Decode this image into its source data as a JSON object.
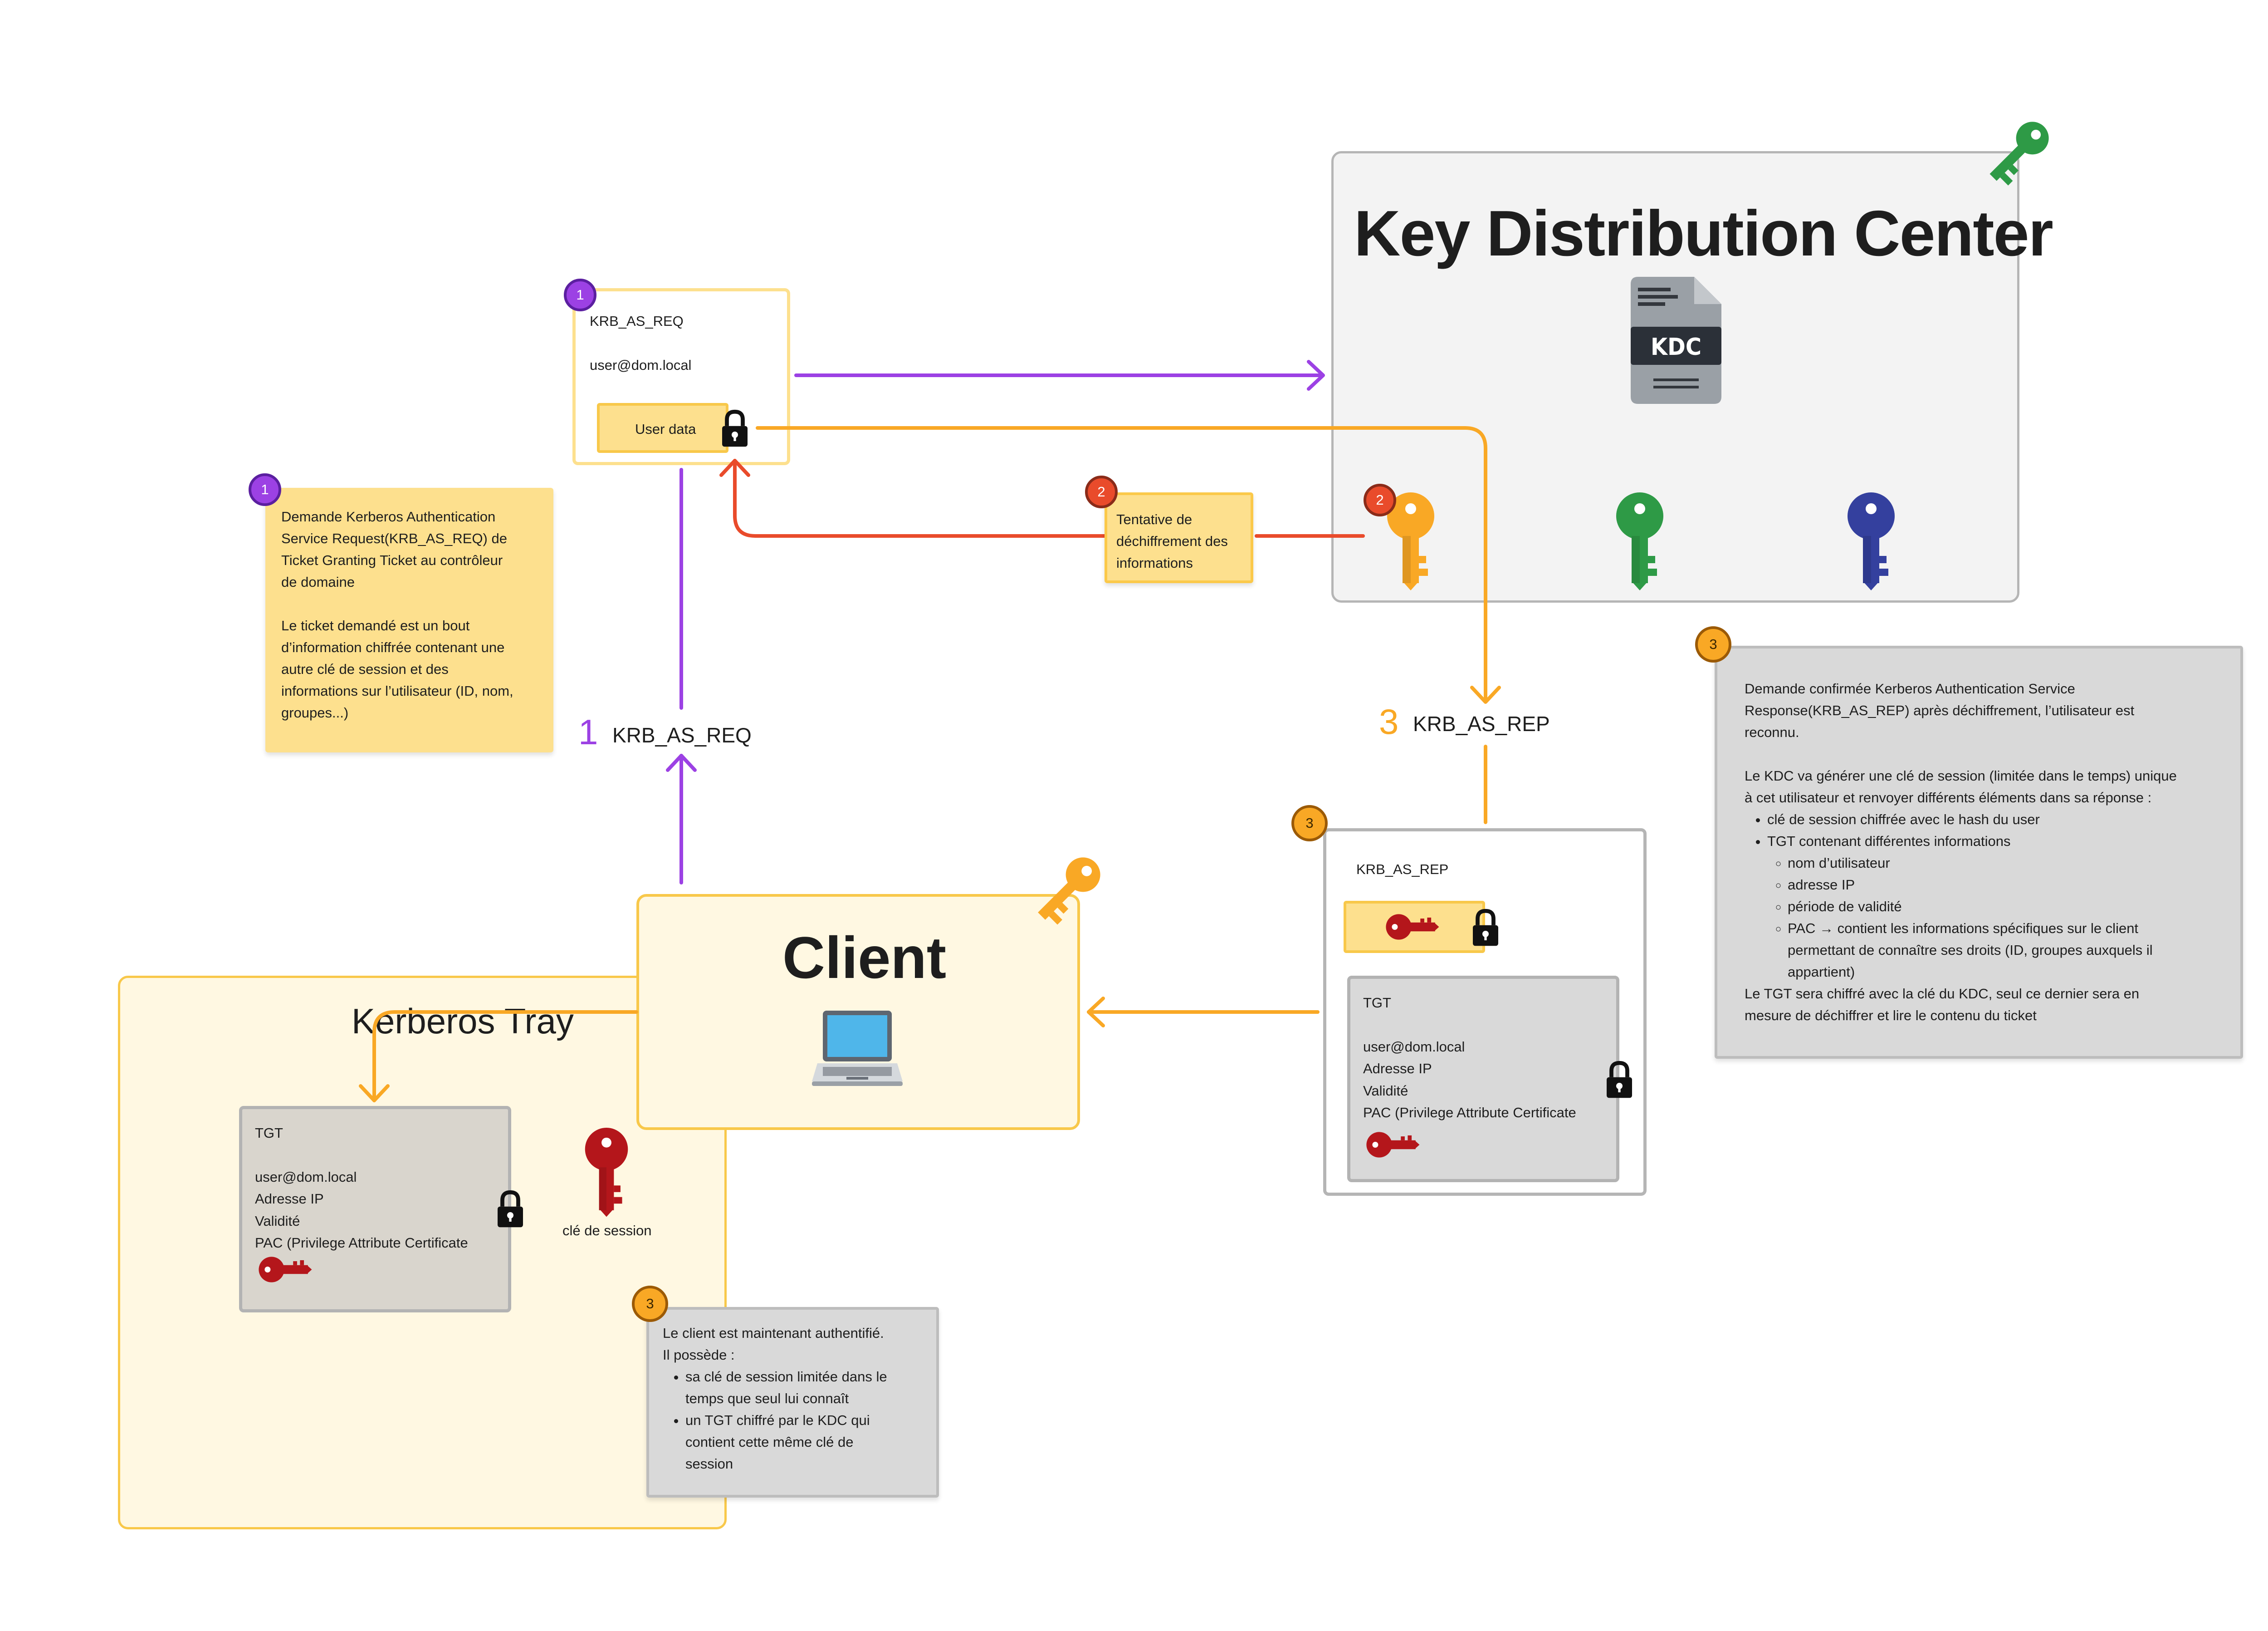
{
  "kdc": {
    "title": "Key Distribution Center",
    "doc_icon_label": "KDC"
  },
  "client": {
    "title": "Client"
  },
  "tray": {
    "title": "Kerberos Tray"
  },
  "request_card": {
    "title": "KRB_AS_REQ",
    "principal": "user@dom.local",
    "button_label": "User data"
  },
  "reply_card": {
    "title": "KRB_AS_REP",
    "tgt": {
      "title": "TGT",
      "lines": [
        "user@dom.local",
        "Adresse IP",
        "Validité",
        "PAC (Privilege Attribute Certificate"
      ]
    }
  },
  "tray_tgt": {
    "title": "TGT",
    "lines": [
      "user@dom.local",
      "Adresse IP",
      "Validité",
      "PAC (Privilege Attribute Certificate"
    ]
  },
  "session_key_label": "clé de session",
  "flow_labels": {
    "req": {
      "number": "1",
      "text": "KRB_AS_REQ"
    },
    "rep": {
      "number": "3",
      "text": "KRB_AS_REP"
    }
  },
  "badges": {
    "step1": "1",
    "step2": "2",
    "step3": "3"
  },
  "notes": {
    "step1": {
      "p1": [
        "Demande Kerberos Authentication",
        "Service Request(KRB_AS_REQ) de",
        "Ticket Granting Ticket au contrôleur",
        "de domaine"
      ],
      "p2": [
        "Le ticket demandé est un bout",
        "d’information chiffrée contenant une",
        "autre clé de session et des",
        "informations sur l’utilisateur (ID, nom,",
        "groupes...)"
      ]
    },
    "step2": {
      "lines": [
        "Tentative de",
        "déchiffrement des",
        "informations"
      ]
    },
    "step3_kdc": {
      "p1": [
        "Demande confirmée Kerberos Authentication Service",
        "Response(KRB_AS_REP) après déchiffrement, l’utilisateur est",
        "reconnu."
      ],
      "p2": [
        "Le KDC va générer une clé de session (limitée dans le temps) unique",
        "à cet utilisateur et renvoyer différents éléments dans sa réponse :"
      ],
      "bullet1": "clé de session chiffrée avec le hash du user",
      "bullet2": "TGT contenant différentes informations",
      "sub1": "nom d’utilisateur",
      "sub2": "adresse IP",
      "sub3": "période de validité",
      "sub4a": "PAC → contient les informations spécifiques sur le client",
      "sub4b": "permettant de connaître ses droits (ID, groupes auxquels il",
      "sub4c": "appartient)",
      "p3": [
        "Le TGT sera chiffré avec la clé du KDC, seul ce dernier sera en",
        "mesure de déchiffrer et lire le contenu du ticket"
      ]
    },
    "step3_client": {
      "line1": "Le client est maintenant authentifié.",
      "line2": "Il possède :",
      "bullet1a": "sa clé de session limitée dans le",
      "bullet1b": "temps que seul lui connaît",
      "bullet2a": "un TGT chiffré par le KDC qui",
      "bullet2b": "contient cette même clé de",
      "bullet2c": "session"
    }
  },
  "icons": {
    "kdc_corner": "key-icon",
    "kdc_document": "document-icon",
    "kdc_keys": [
      "key-icon",
      "key-icon",
      "key-icon"
    ],
    "client_corner": "key-icon",
    "client_device": "laptop-icon",
    "locks": "lock-icon",
    "session_keys": "key-icon"
  },
  "colors": {
    "purple": "#9c41e4",
    "orange": "#f9a825",
    "red": "#e94b2b",
    "green": "#2e9a46",
    "blue": "#34409e",
    "dark_red": "#b4161b",
    "sticky_yellow": "#fde08e",
    "sticky_grey": "#d9d9d9"
  }
}
